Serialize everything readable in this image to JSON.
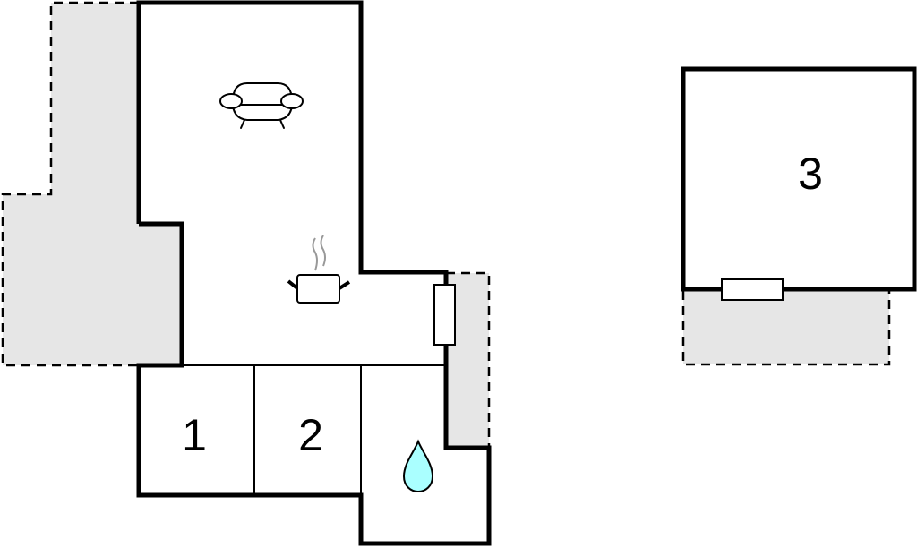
{
  "floorplan": {
    "rooms": [
      {
        "id": "room-1",
        "label": "1"
      },
      {
        "id": "room-2",
        "label": "2"
      },
      {
        "id": "room-3",
        "label": "3"
      }
    ],
    "icons": {
      "living": "sofa-icon",
      "kitchen": "cooking-pot-icon",
      "bathroom": "water-drop-icon"
    },
    "colors": {
      "wall": "#000000",
      "terrace_fill": "#e6e6e6",
      "water_drop": "#aaffff",
      "steam": "#999999",
      "background": "#ffffff"
    }
  }
}
